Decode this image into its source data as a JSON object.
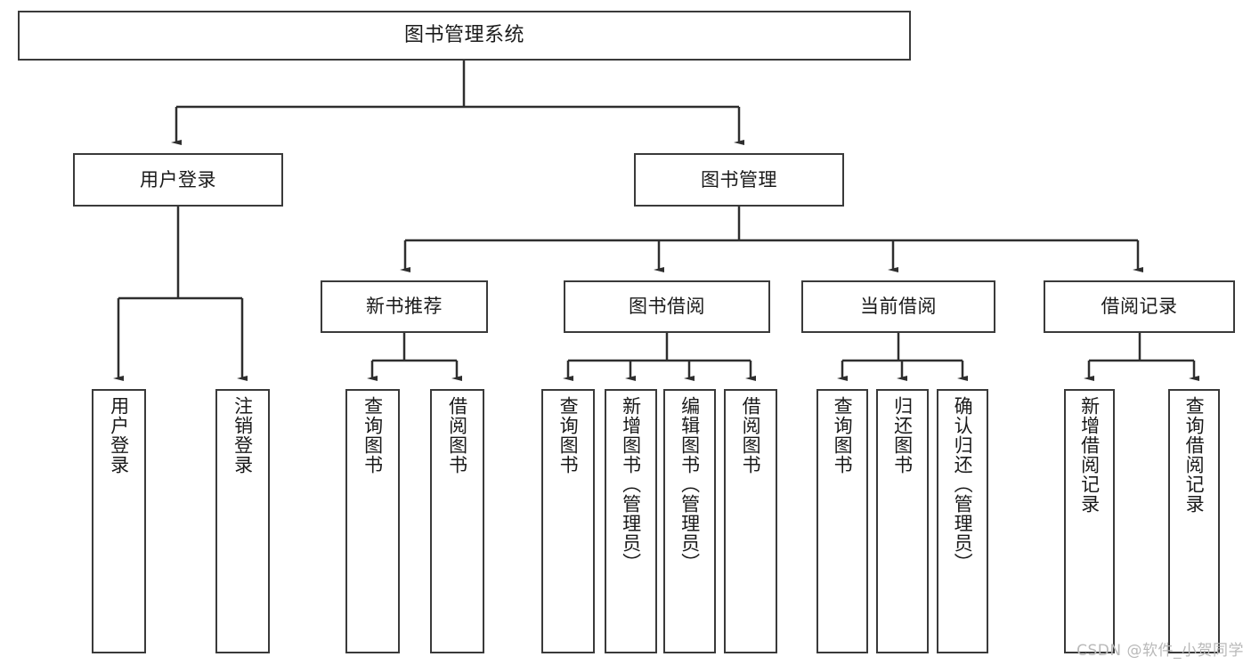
{
  "diagram": {
    "title": "图书管理系统",
    "type": "tree-hierarchy",
    "orientation": "top-down",
    "colors": {
      "background": "#ffffff",
      "node_border": "#3a3a3a",
      "node_fill": "#ffffff",
      "edge": "#2e2e2e",
      "text": "#1a1a1a",
      "watermark": "#b9b9b9"
    }
  },
  "nodes": {
    "root": {
      "label": "图书管理系统"
    },
    "level2": [
      {
        "id": "user-login",
        "label": "用户登录"
      },
      {
        "id": "book-management",
        "label": "图书管理"
      }
    ],
    "level3": [
      {
        "id": "new-book-recommend",
        "label": "新书推荐"
      },
      {
        "id": "book-borrow",
        "label": "图书借阅"
      },
      {
        "id": "current-borrow",
        "label": "当前借阅"
      },
      {
        "id": "borrow-record",
        "label": "借阅记录"
      }
    ],
    "leaves": [
      {
        "id": "leaf-user-login",
        "label": "用户登录",
        "parent": "user-login"
      },
      {
        "id": "leaf-logout",
        "label": "注销登录",
        "parent": "user-login"
      },
      {
        "id": "leaf-query-book-1",
        "label": "查询图书",
        "parent": "new-book-recommend"
      },
      {
        "id": "leaf-borrow-book-1",
        "label": "借阅图书",
        "parent": "new-book-recommend"
      },
      {
        "id": "leaf-query-book-2",
        "label": "查询图书",
        "parent": "book-borrow"
      },
      {
        "id": "leaf-add-book",
        "label": "新增图书（管理员）",
        "parent": "book-borrow"
      },
      {
        "id": "leaf-edit-book",
        "label": "编辑图书（管理员）",
        "parent": "book-borrow"
      },
      {
        "id": "leaf-borrow-book-2",
        "label": "借阅图书",
        "parent": "book-borrow"
      },
      {
        "id": "leaf-query-book-3",
        "label": "查询图书",
        "parent": "current-borrow"
      },
      {
        "id": "leaf-return-book",
        "label": "归还图书",
        "parent": "current-borrow"
      },
      {
        "id": "leaf-confirm-return",
        "label": "确认归还（管理员）",
        "parent": "current-borrow"
      },
      {
        "id": "leaf-add-record",
        "label": "新增借阅记录",
        "parent": "borrow-record"
      },
      {
        "id": "leaf-query-record",
        "label": "查询借阅记录",
        "parent": "borrow-record"
      }
    ]
  },
  "watermark": {
    "text": "CSDN @软件_小贺同学"
  }
}
